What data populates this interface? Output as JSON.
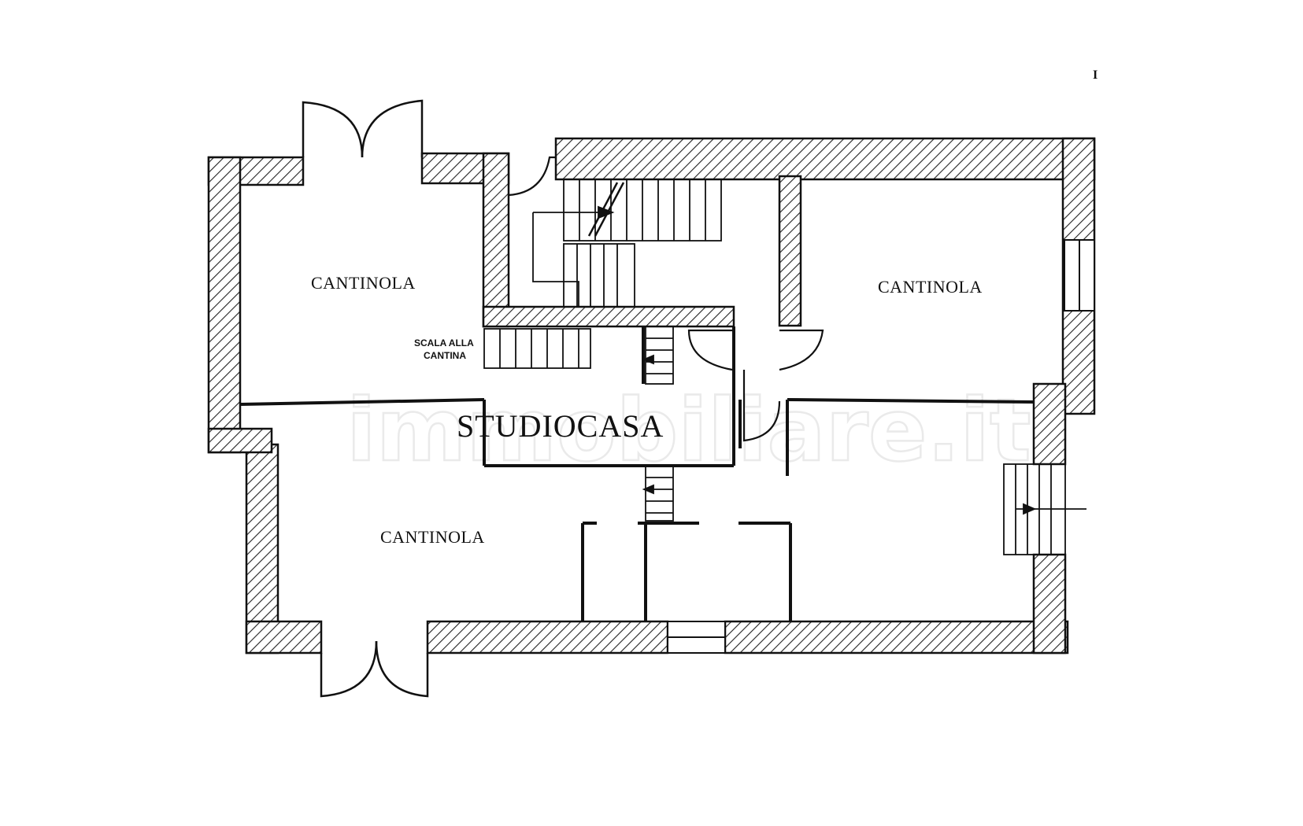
{
  "page_number": "I",
  "watermark": "immobiliare.it",
  "brand": "STUDIOCASA",
  "rooms": {
    "top_left": "CANTINOLA",
    "top_right": "CANTINOLA",
    "bottom_left": "CANTINOLA"
  },
  "stair_note": {
    "line1": "SCALA ALLA",
    "line2": "CANTINA"
  }
}
